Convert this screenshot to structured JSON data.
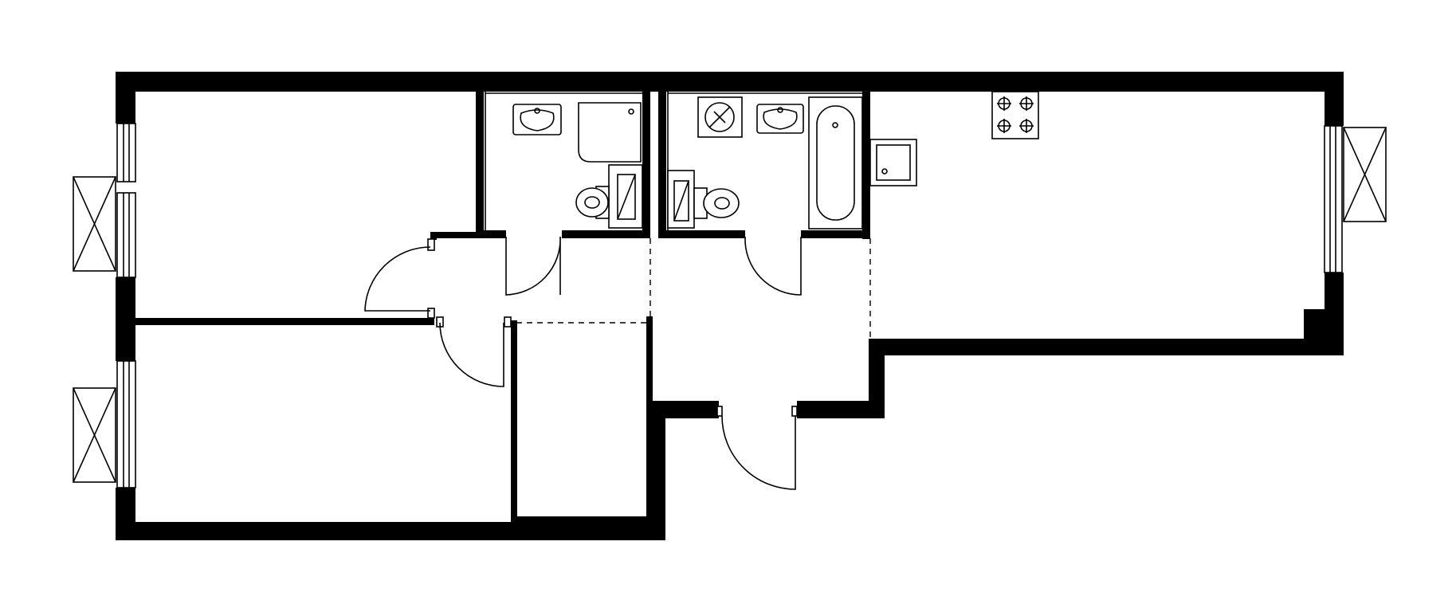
{
  "colors": {
    "wall": "#000000",
    "background": "#ffffff",
    "line": "#000000"
  },
  "fixtures": {
    "bathroom_1": [
      "sink",
      "shower-tray",
      "toilet",
      "cistern"
    ],
    "bathroom_2": [
      "washing-machine",
      "sink",
      "bathtub",
      "toilet",
      "cistern"
    ],
    "kitchen": [
      "cooktop",
      "kitchen-sink"
    ]
  },
  "windows": [
    "window-bedroom-top",
    "window-bedroom-bottom",
    "window-bedroom-left",
    "window-kitchen"
  ],
  "balconies": [
    "balcony-left-top",
    "balcony-left-bottom",
    "balcony-right"
  ]
}
